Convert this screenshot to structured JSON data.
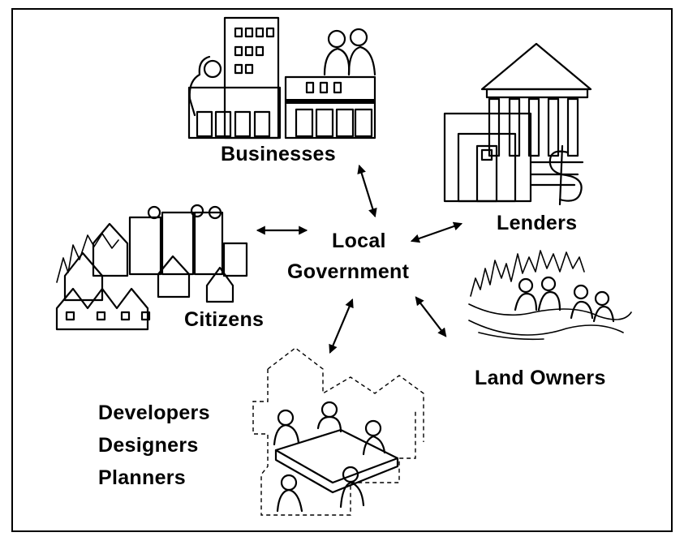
{
  "center": {
    "line1": "Local",
    "line2": "Government"
  },
  "nodes": {
    "businesses": "Businesses",
    "lenders": "Lenders",
    "land_owners": "Land Owners",
    "citizens": "Citizens",
    "developers": [
      "Developers",
      "Designers",
      "Planners"
    ]
  },
  "icons": {
    "businesses": "storefront-buildings-icon",
    "lenders": "bank-with-dollar-icon",
    "land_owners": "people-in-landscape-icon",
    "citizens": "town-houses-icon",
    "developers": "meeting-table-icon"
  }
}
